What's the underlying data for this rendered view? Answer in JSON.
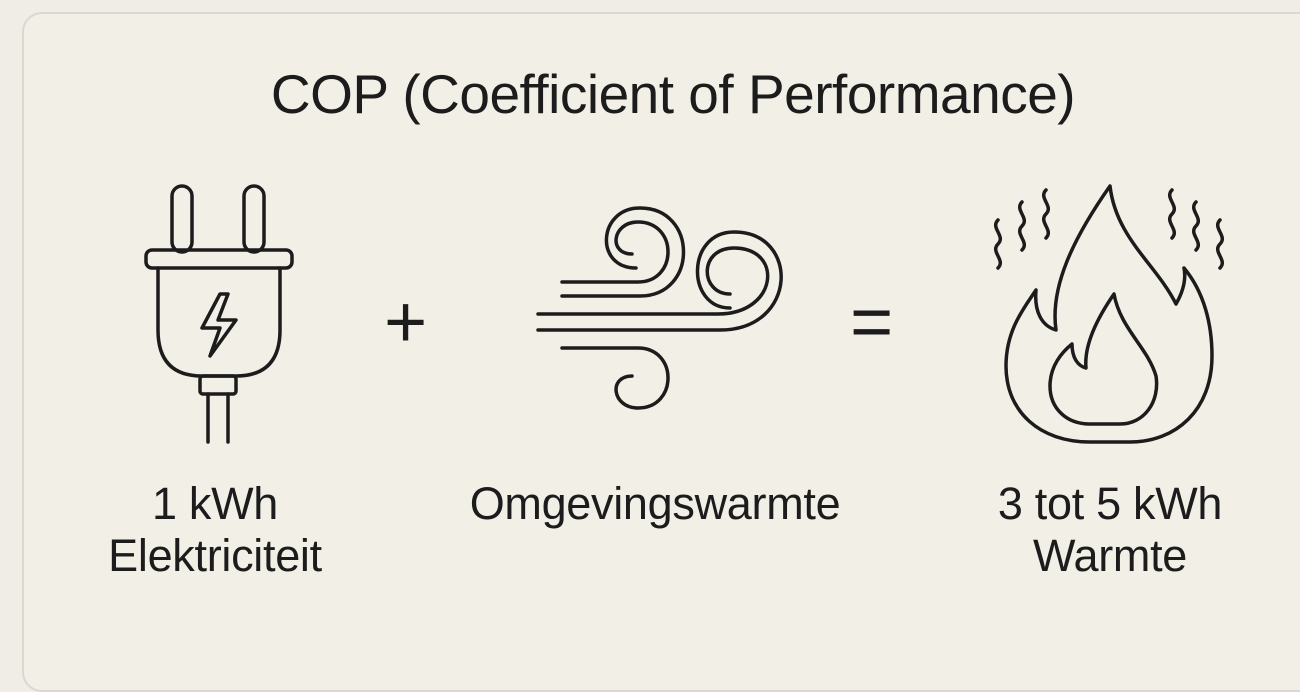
{
  "diagram": {
    "title": "COP (Coefficient of Performance)",
    "operators": {
      "plus": "+",
      "equals": "="
    },
    "items": [
      {
        "icon": "plug-icon",
        "label_line1": "1 kWh",
        "label_line2": "Elektriciteit"
      },
      {
        "icon": "wind-icon",
        "label_line1": "Omgevingswarmte",
        "label_line2": ""
      },
      {
        "icon": "flame-icon",
        "label_line1": "3 tot 5 kWh",
        "label_line2": "Warmte"
      }
    ],
    "colors": {
      "background": "#efede6",
      "card": "#f2efe7",
      "border": "#dcd8cf",
      "ink": "#1c1c1c"
    }
  }
}
